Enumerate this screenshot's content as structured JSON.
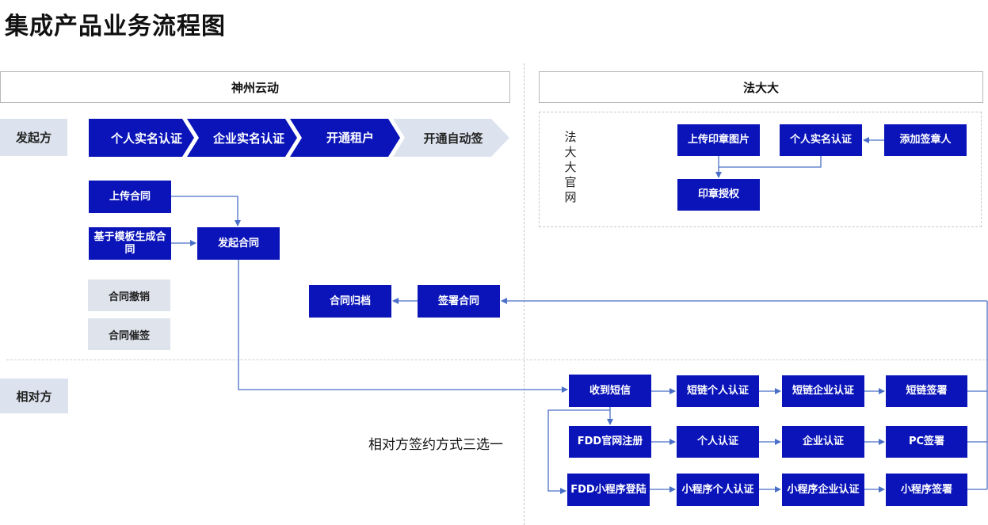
{
  "title": "集成产品业务流程图",
  "panels": {
    "left": "神州云动",
    "right": "法大大"
  },
  "roles": {
    "initiator": "发起方",
    "counterparty": "相对方"
  },
  "chevrons": [
    "个人实名认证",
    "企业实名认证",
    "开通租户",
    "开通自动签"
  ],
  "fadada_site": {
    "label": "法大大官网",
    "boxes": {
      "upload_seal": "上传印章图片",
      "personal_auth": "个人实名认证",
      "add_signer": "添加签章人",
      "seal_auth": "印章授权"
    }
  },
  "initiator_flow": {
    "upload_contract": "上传合同",
    "template_contract": "基于模板生成合同",
    "start_contract": "发起合同",
    "revoke_contract": "合同撤销",
    "urge_sign": "合同催签",
    "archive": "合同归档",
    "sign_contract": "签署合同"
  },
  "counterparty_flow": {
    "sms": "收到短信",
    "row1": [
      "短链个人认证",
      "短链企业认证",
      "短链签署"
    ],
    "fdd_register": "FDD官网注册",
    "row2": [
      "个人认证",
      "企业认证",
      "PC签署"
    ],
    "fdd_miniapp": "FDD小程序登陆",
    "row3": [
      "小程序个人认证",
      "小程序企业认证",
      "小程序签署"
    ],
    "note": "相对方签约方式三选一"
  },
  "colors": {
    "primary": "#0a14b8",
    "light": "#dde3ee",
    "line": "#4a6fc7"
  }
}
